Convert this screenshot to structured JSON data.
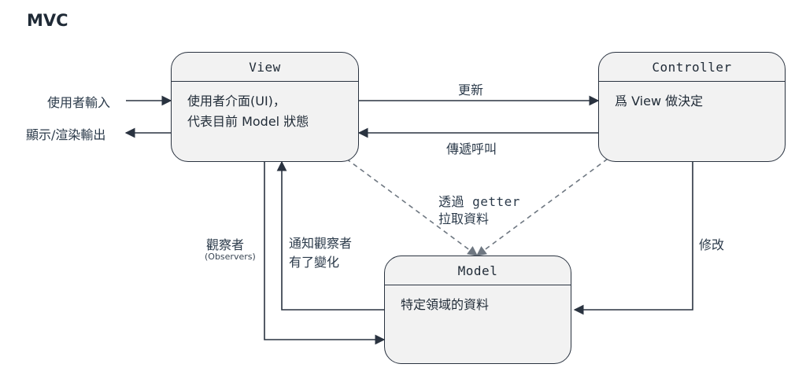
{
  "title": "MVC",
  "view": {
    "header": "View",
    "line1": "使用者介面(UI)，",
    "line2": "代表目前 Model 狀態"
  },
  "controller": {
    "header": "Controller",
    "body": "爲 View 做決定"
  },
  "model": {
    "header": "Model",
    "body": "特定領域的資料"
  },
  "labels": {
    "user_input": "使用者輸入",
    "display_output": "顯示/渲染輸出",
    "update": "更新",
    "callback": "傳遞呼叫",
    "getter_line1": "透過 getter",
    "getter_line2": "拉取資料",
    "modify": "修改",
    "observers": "觀察者",
    "observers_en": "(Observers)",
    "notify_line1": "通知觀察者",
    "notify_line2": "有了變化"
  },
  "colors": {
    "stroke": "#2a3340",
    "dashed": "#6e7781",
    "box_fill": "#f2f2f2"
  }
}
